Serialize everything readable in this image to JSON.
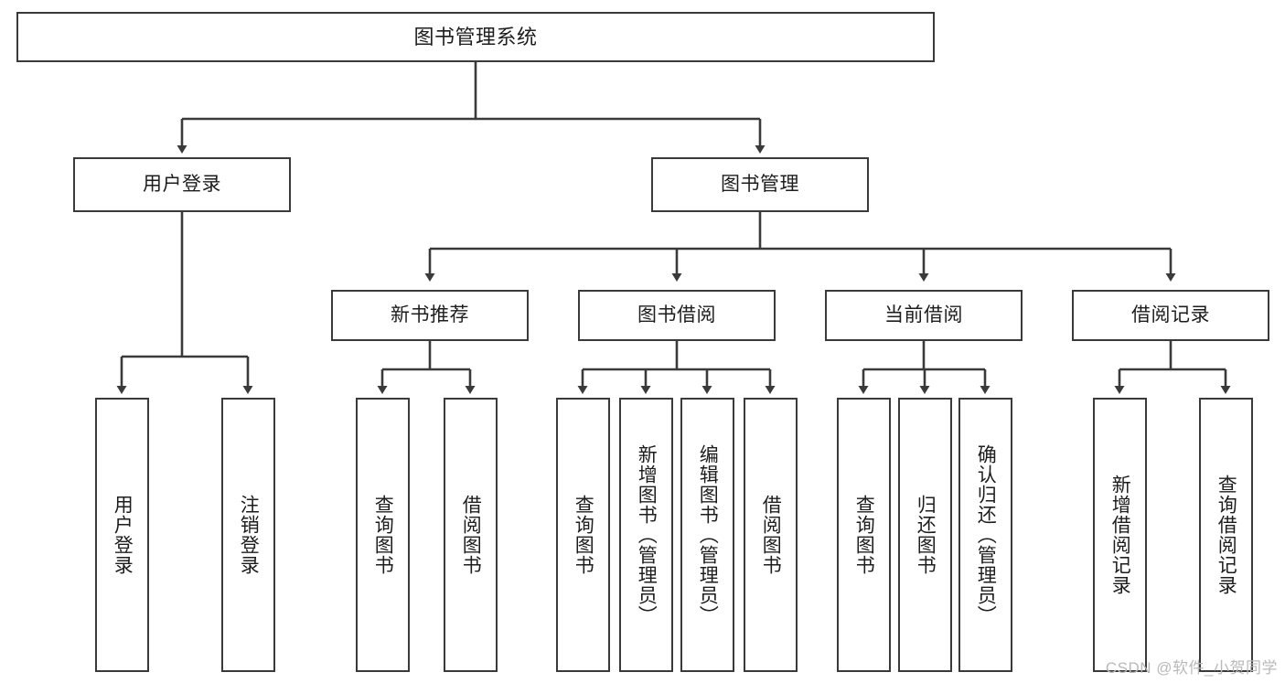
{
  "diagram": {
    "title": "图书管理系统",
    "watermark": "CSDN @软件_小贺同学",
    "colors": {
      "stroke": "#3a3a3a",
      "background": "#ffffff",
      "text": "#1d1d1d",
      "watermark": "#b9b9b9"
    },
    "nodes": {
      "root": "图书管理系统",
      "level1": {
        "user_login": "用户登录",
        "book_management": "图书管理"
      },
      "level2": {
        "new_book_recommend": "新书推荐",
        "book_borrow": "图书借阅",
        "current_borrow": "当前借阅",
        "borrow_record": "借阅记录"
      },
      "leaves": {
        "user_login_children": [
          "用户登录",
          "注销登录"
        ],
        "new_book_recommend_children": [
          "查询图书",
          "借阅图书"
        ],
        "book_borrow_children": [
          "查询图书",
          "新增图书（管理员）",
          "编辑图书（管理员）",
          "借阅图书"
        ],
        "current_borrow_children": [
          "查询图书",
          "归还图书",
          "确认归还（管理员）"
        ],
        "borrow_record_children": [
          "新增借阅记录",
          "查询借阅记录"
        ]
      }
    }
  }
}
